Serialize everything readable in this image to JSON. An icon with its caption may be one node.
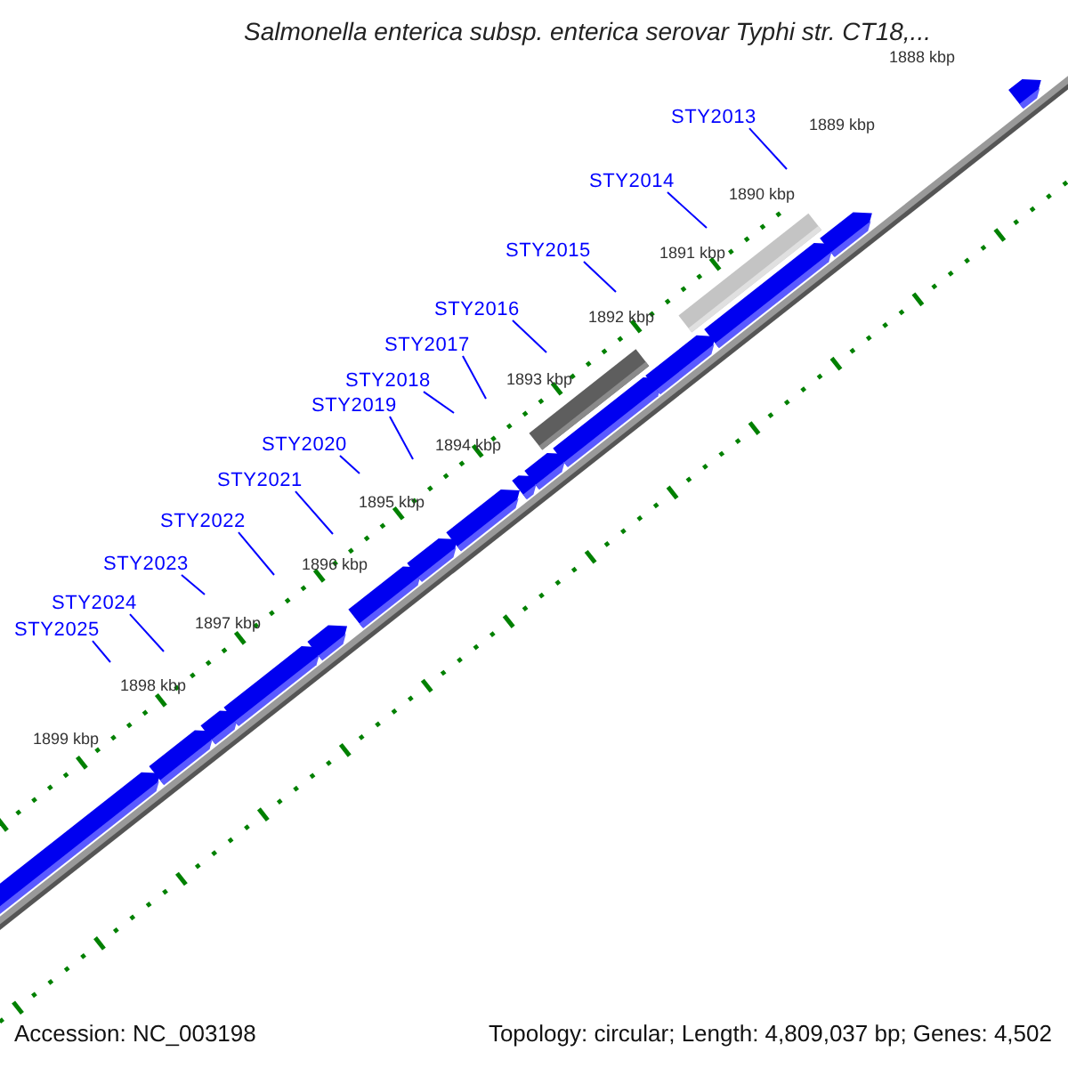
{
  "diagram": {
    "title": "Salmonella enterica subsp. enterica serovar Typhi str. CT18,...",
    "nodes": [
      {
        "text": [
          "STY2013"
        ]
      },
      {
        "text": [
          "STY2014"
        ]
      },
      {
        "text": [
          "STY2015"
        ]
      },
      {
        "text": [
          "STY2016"
        ]
      },
      {
        "text": [
          "STY2017"
        ]
      },
      {
        "text": [
          "STY2018"
        ]
      },
      {
        "text": [
          "STY2019"
        ]
      },
      {
        "text": [
          "STY2020"
        ]
      },
      {
        "text": [
          "STY2021"
        ]
      },
      {
        "text": [
          "STY2022"
        ]
      },
      {
        "text": [
          "STY2023"
        ]
      },
      {
        "text": [
          "STY2024"
        ]
      },
      {
        "text": [
          "STY2025"
        ]
      }
    ],
    "edges": [
      {
        "from": 0,
        "to": null,
        "arrow": "none"
      },
      {
        "from": 1,
        "to": null,
        "arrow": "none"
      },
      {
        "from": 2,
        "to": null,
        "arrow": "none"
      },
      {
        "from": 3,
        "to": null,
        "arrow": "none"
      },
      {
        "from": 4,
        "to": null,
        "arrow": "none"
      },
      {
        "from": 5,
        "to": null,
        "arrow": "none"
      },
      {
        "from": 6,
        "to": null,
        "arrow": "none"
      },
      {
        "from": 7,
        "to": null,
        "arrow": "none"
      },
      {
        "from": 8,
        "to": null,
        "arrow": "none"
      },
      {
        "from": 9,
        "to": null,
        "arrow": "none"
      },
      {
        "from": 10,
        "to": null,
        "arrow": "none"
      },
      {
        "from": 11,
        "to": null,
        "arrow": "none"
      },
      {
        "from": 12,
        "to": null,
        "arrow": "none"
      }
    ],
    "labels": [
      "1888 kbp",
      "1889 kbp",
      "1890 kbp",
      "1891 kbp",
      "1892 kbp",
      "1893 kbp",
      "1894 kbp",
      "1895 kbp",
      "1896 kbp",
      "1897 kbp",
      "1898 kbp",
      "1899 kbp",
      "Accession: NC_003198",
      "Topology: circular; Length: 4,809,037 bp; Genes: 4,502"
    ]
  }
}
